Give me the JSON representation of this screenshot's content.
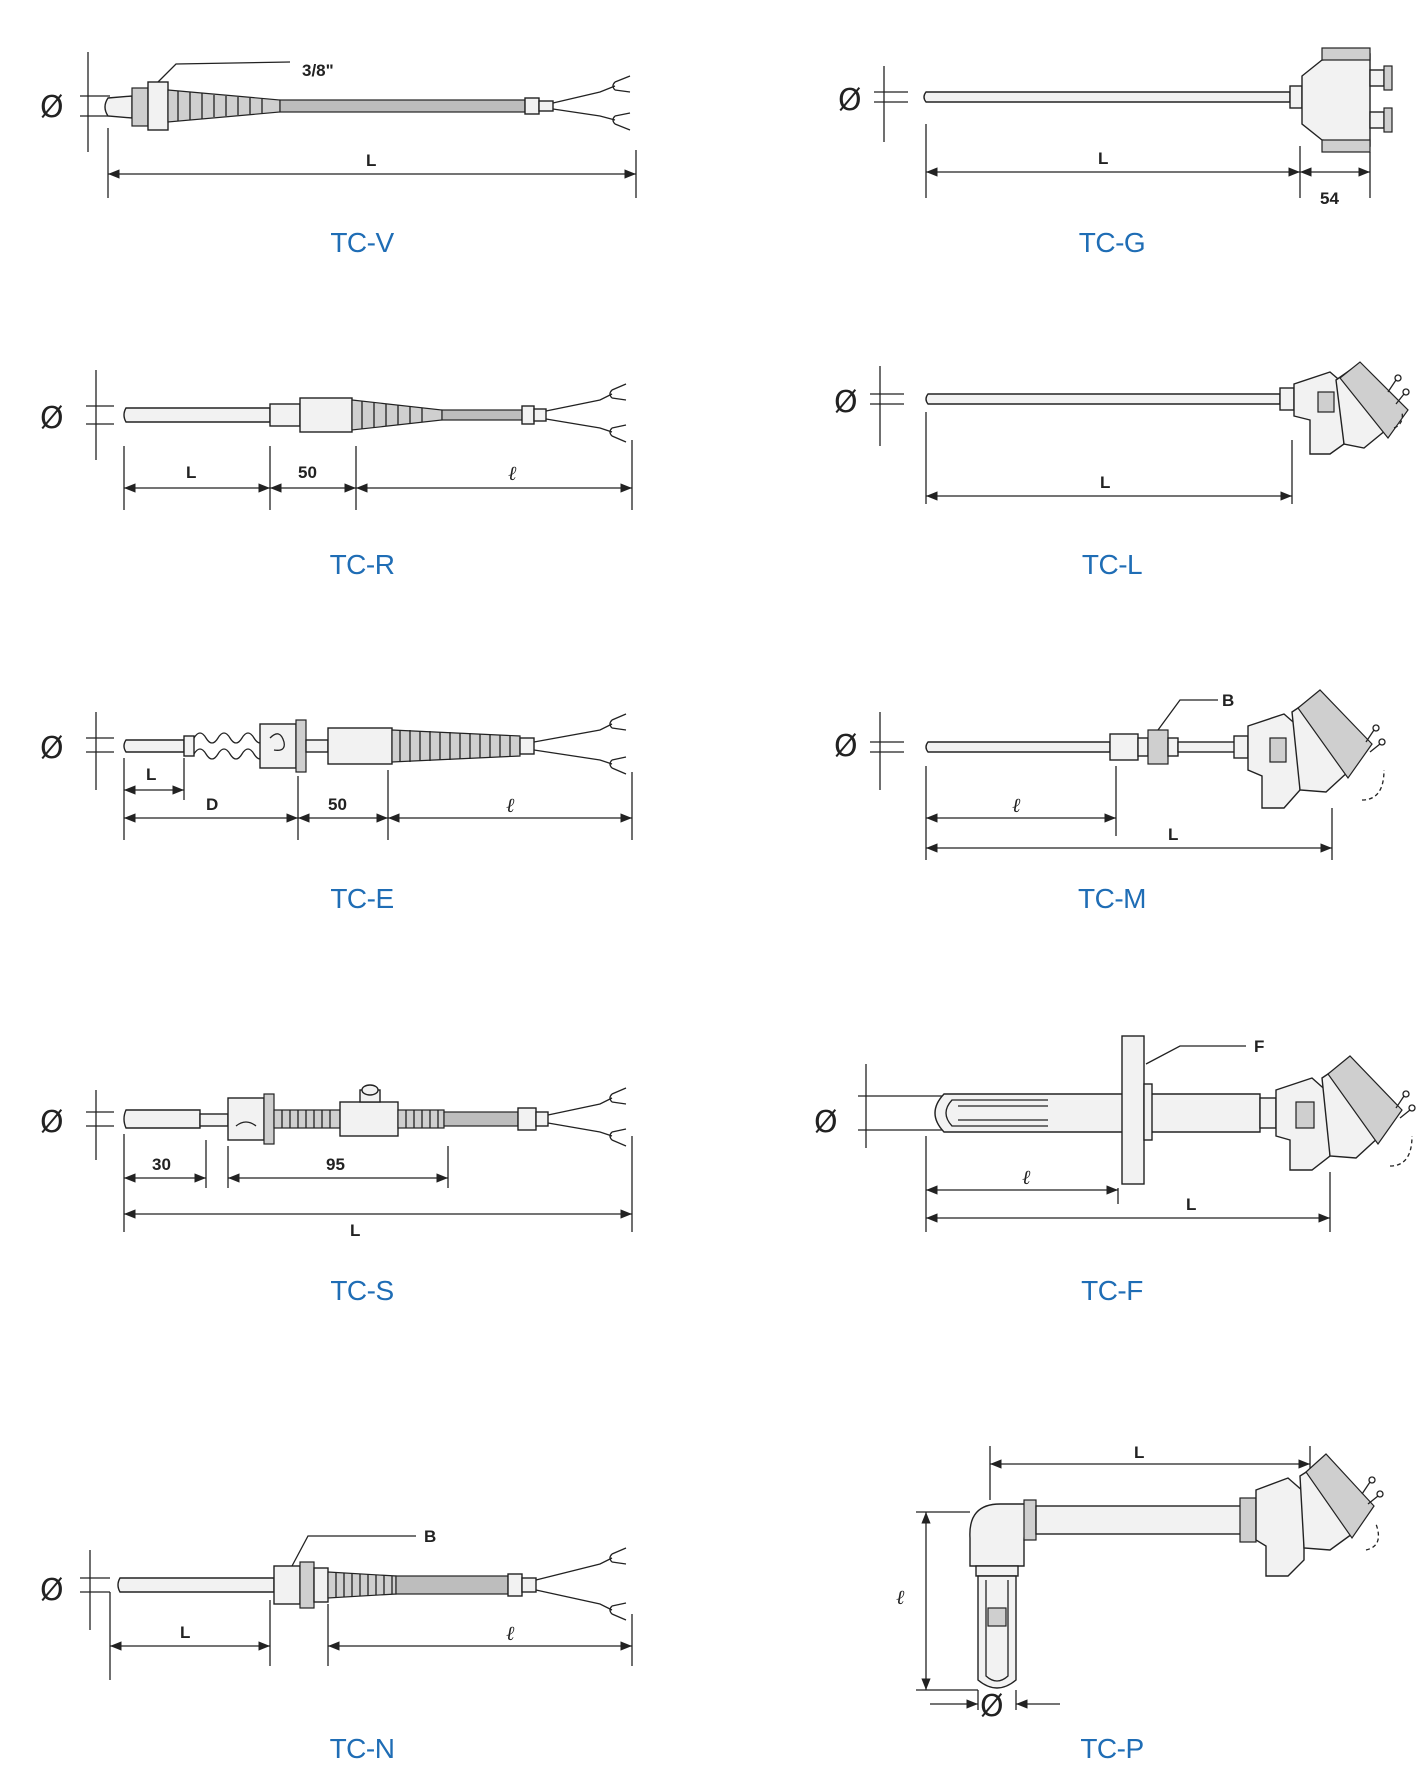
{
  "diagrams": [
    {
      "id": "tc-v",
      "caption": "TC-V",
      "labels": {
        "phi": "Ø",
        "thread": "3/8\"",
        "length": "L"
      }
    },
    {
      "id": "tc-g",
      "caption": "TC-G",
      "labels": {
        "phi": "Ø",
        "length": "L",
        "head": "54"
      }
    },
    {
      "id": "tc-r",
      "caption": "TC-R",
      "labels": {
        "phi": "Ø",
        "length": "L",
        "mid": "50",
        "lead": "ℓ"
      }
    },
    {
      "id": "tc-l",
      "caption": "TC-L",
      "labels": {
        "phi": "Ø",
        "length": "L"
      }
    },
    {
      "id": "tc-e",
      "caption": "TC-E",
      "labels": {
        "phi": "Ø",
        "tip": "L",
        "d": "D",
        "mid": "50",
        "lead": "ℓ"
      }
    },
    {
      "id": "tc-m",
      "caption": "TC-M",
      "labels": {
        "phi": "Ø",
        "fitting": "B",
        "insert": "ℓ",
        "length": "L"
      }
    },
    {
      "id": "tc-s",
      "caption": "TC-S",
      "labels": {
        "phi": "Ø",
        "tip": "30",
        "mid": "95",
        "length": "L"
      }
    },
    {
      "id": "tc-f",
      "caption": "TC-F",
      "labels": {
        "phi": "Ø",
        "flange": "F",
        "insert": "ℓ",
        "length": "L"
      }
    },
    {
      "id": "tc-n",
      "caption": "TC-N",
      "labels": {
        "phi": "Ø",
        "fitting": "B",
        "length": "L",
        "lead": "ℓ"
      }
    },
    {
      "id": "tc-p",
      "caption": "TC-P",
      "labels": {
        "phi": "Ø",
        "length": "L",
        "insert": "ℓ"
      }
    }
  ]
}
